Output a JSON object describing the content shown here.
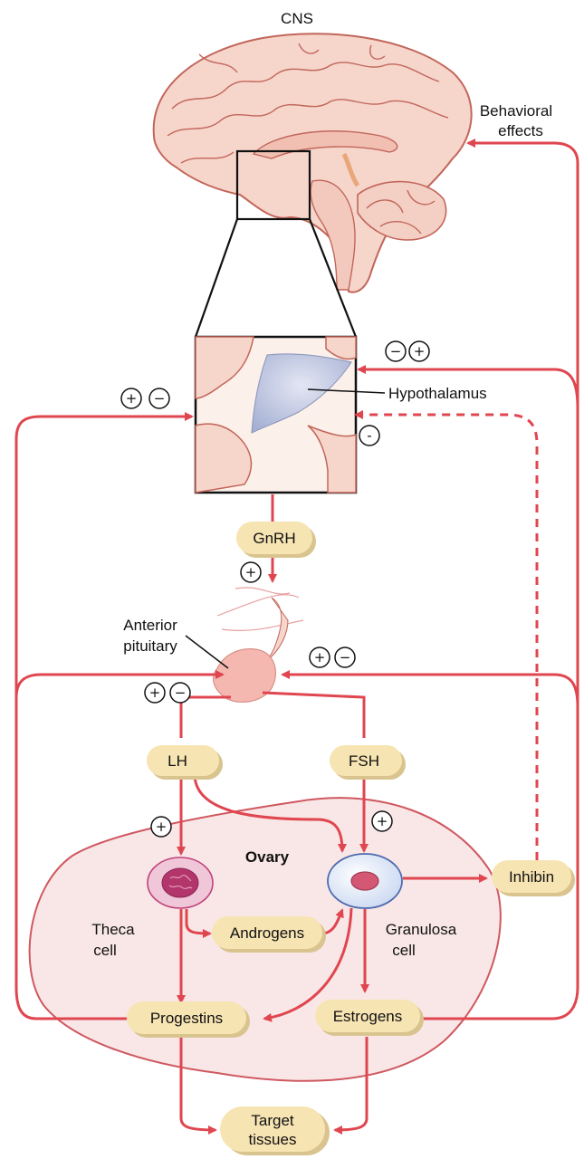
{
  "labels": {
    "cns": "CNS",
    "behavioral_effects_1": "Behavioral",
    "behavioral_effects_2": "effects",
    "hypothalamus": "Hypothalamus",
    "anterior_pituitary_1": "Anterior",
    "anterior_pituitary_2": "pituitary",
    "ovary": "Ovary",
    "theca_cell_1": "Theca",
    "theca_cell_2": "cell",
    "granulosa_cell_1": "Granulosa",
    "granulosa_cell_2": "cell"
  },
  "hormones": {
    "gnrh": "GnRH",
    "lh": "LH",
    "fsh": "FSH",
    "androgens": "Androgens",
    "inhibin": "Inhibin",
    "progestins": "Progestins",
    "estrogens": "Estrogens",
    "target_1": "Target",
    "target_2": "tissues"
  },
  "signs": {
    "plus": "+",
    "minus": "−",
    "minus_dash": "-"
  },
  "colors": {
    "arrow": "#e0464f",
    "pill": "#f7e4b3",
    "pill_shadow": "#d9c48f",
    "brain": "#f6d5cb",
    "ovary": "#f9e7e7",
    "hypothalamus": "#b9c3dc"
  }
}
